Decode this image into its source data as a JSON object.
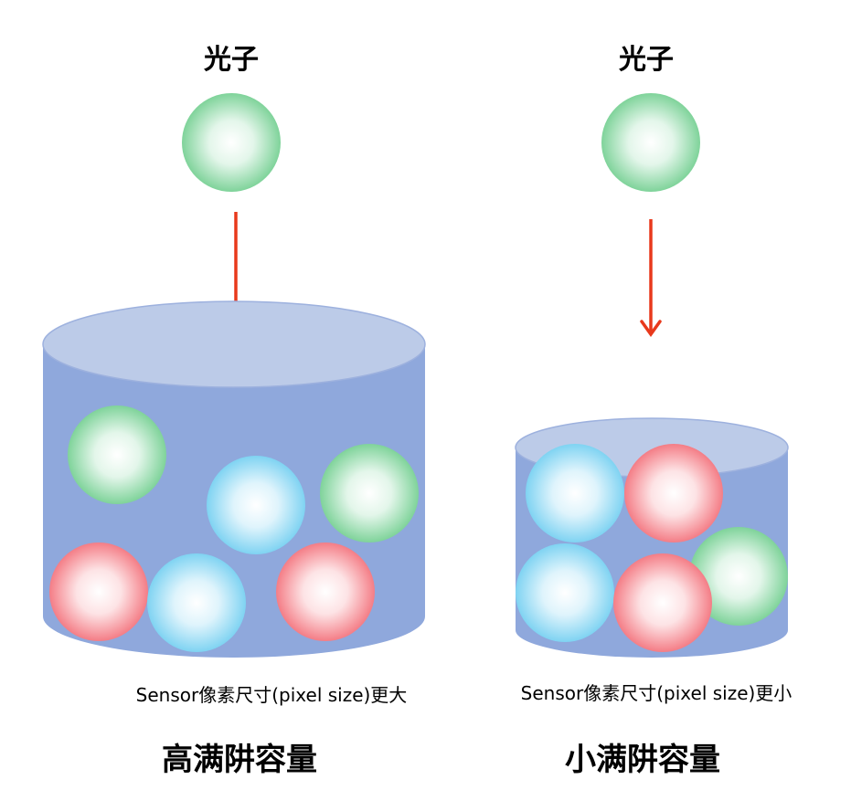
{
  "left": {
    "photon_label": "光子",
    "caption": "Sensor像素尺寸(pixel size)更大",
    "result": "高满阱容量"
  },
  "right": {
    "photon_label": "光子",
    "caption": "Sensor像素尺寸(pixel size)更小",
    "result": "小满阱容量"
  },
  "colors": {
    "arrow": "#e8391c",
    "bucket_body": "#8fa8dc",
    "bucket_top": "#bccbe8",
    "green": "#7fd39a",
    "blue": "#7fd3f2",
    "red": "#f47d86"
  }
}
